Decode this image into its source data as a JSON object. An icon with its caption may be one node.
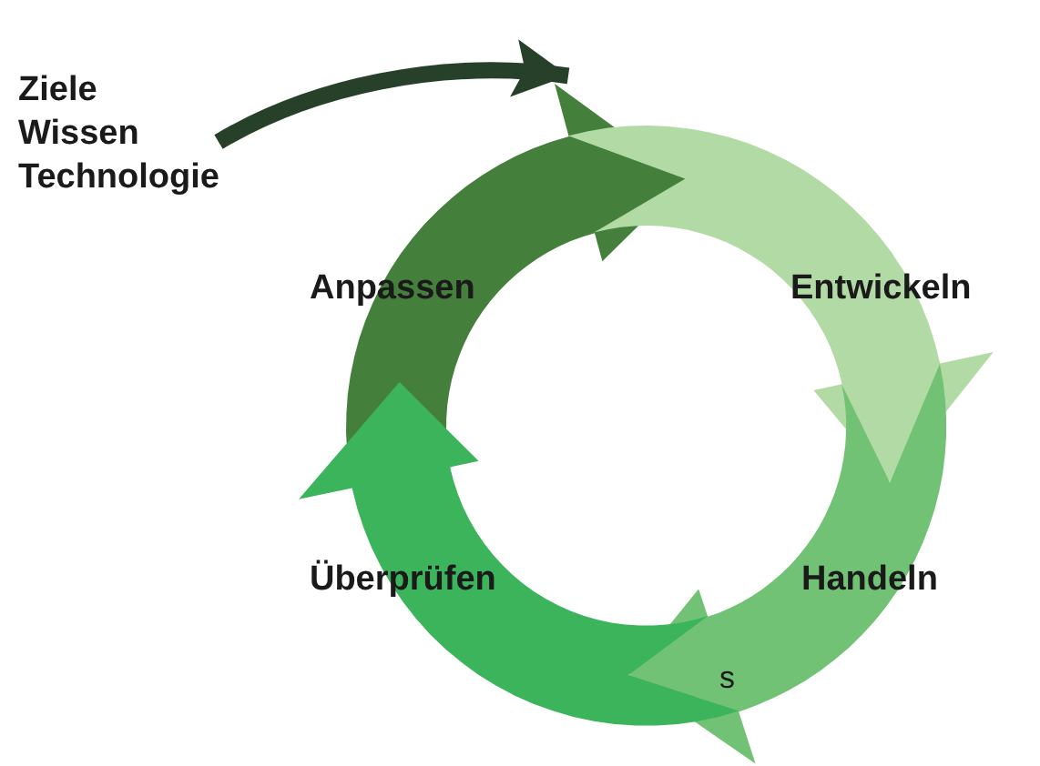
{
  "diagram": {
    "nodes": [
      {
        "text": [
          "Ziele Wissen Technologie"
        ]
      },
      {
        "text": [
          "Anpassen"
        ]
      },
      {
        "text": [
          "Entwickeln"
        ]
      },
      {
        "text": [
          "Handeln"
        ]
      },
      {
        "text": [
          "Überprüfen"
        ]
      }
    ],
    "edges": [
      {
        "from": 0,
        "to": 1,
        "arrow": "to"
      }
    ],
    "labels": [
      "s"
    ]
  }
}
